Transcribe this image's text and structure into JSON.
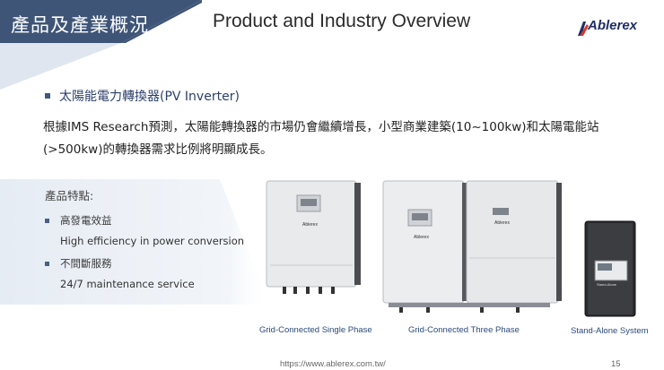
{
  "header": {
    "section_label": "產品及產業概況",
    "title": "Product and Industry Overview",
    "logo_text": "Ablerex"
  },
  "section": {
    "heading": "太陽能電力轉換器(PV Inverter)"
  },
  "intro": {
    "line1": "根據IMS Research預測，太陽能轉換器的市場仍會繼續增長，小型商業建築(10~100kw)和太陽電能站",
    "line2": "(>500kw)的轉換器需求比例將明顯成長。"
  },
  "features": {
    "title": "產品特點:",
    "items": [
      {
        "zh": "高發電效益",
        "en": "High efficiency in power conversion"
      },
      {
        "zh": "不間斷服務",
        "en": "24/7 maintenance service"
      }
    ]
  },
  "products": [
    {
      "caption": "Grid-Connected Single Phase",
      "brand": "Ablerex"
    },
    {
      "caption": "Grid-Connected Three Phase",
      "brand": "Ablerex"
    },
    {
      "caption": "Stand-Alone System",
      "brand": "Stand-Alone"
    }
  ],
  "footer": {
    "url": "https://www.ablerex.com.tw/",
    "page": "15"
  },
  "colors": {
    "banner": "#3f5578",
    "banner_light": "#e8edf4",
    "accent": "#2c4a7a"
  }
}
